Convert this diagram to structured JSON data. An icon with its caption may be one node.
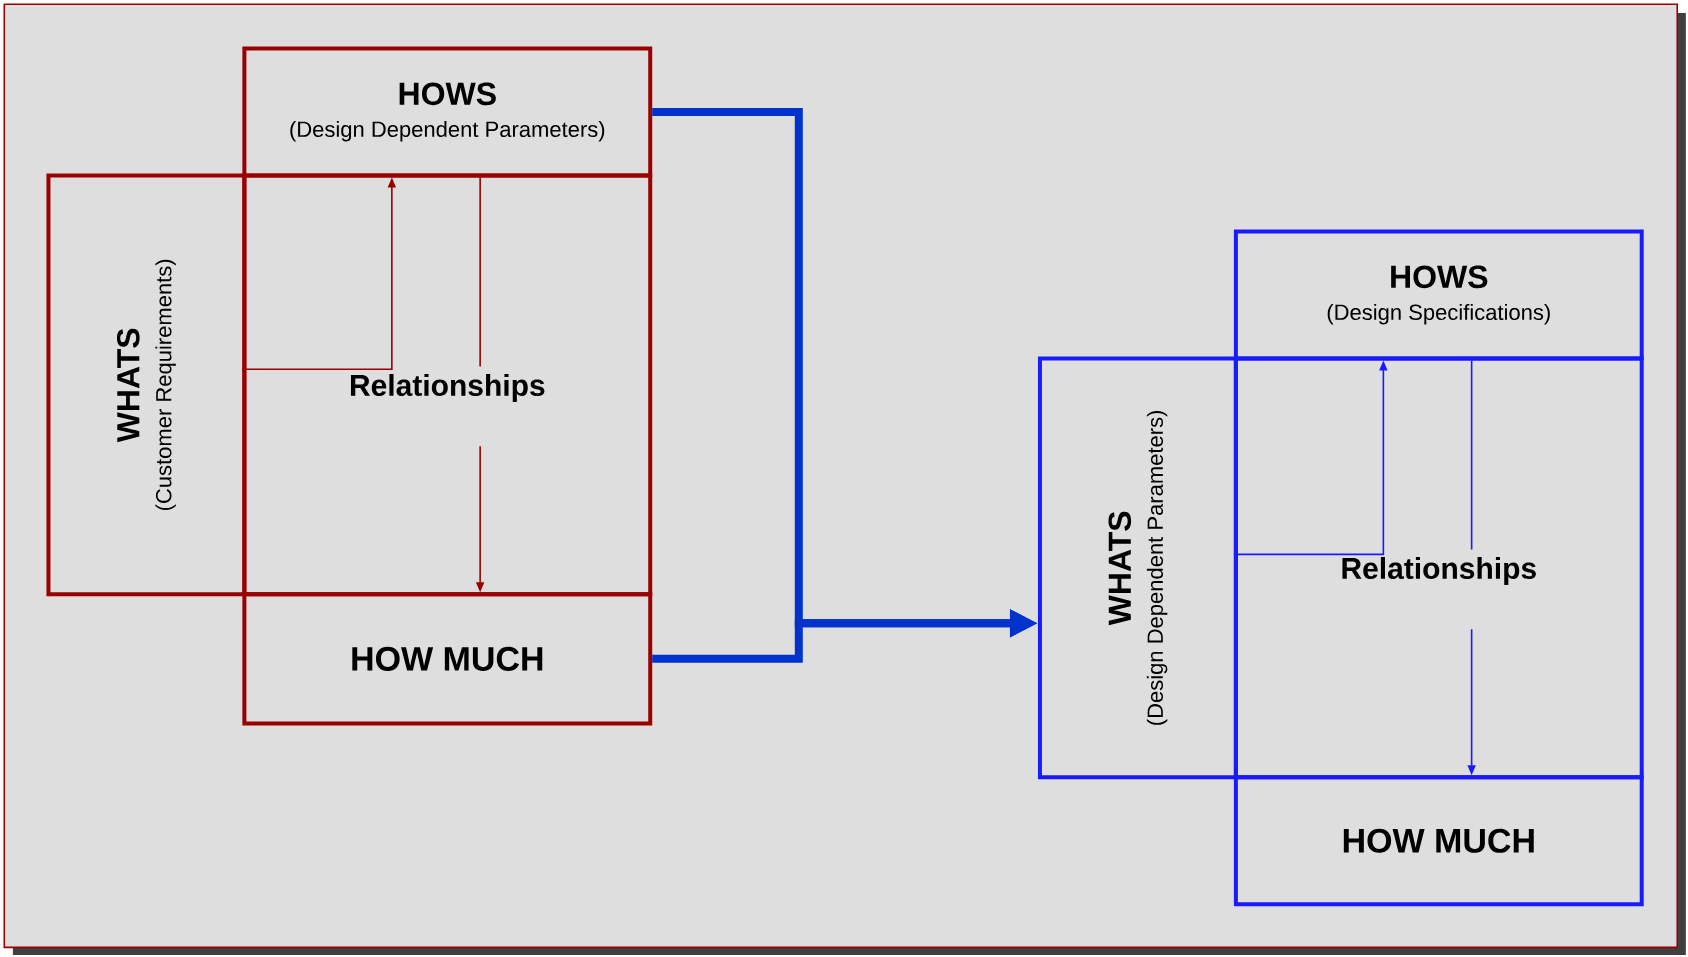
{
  "diagram": {
    "nodes": [
      {
        "text": [
          "HOWS",
          "(Design Dependent Parameters)"
        ]
      },
      {
        "text": [
          "WHATS",
          "(Customer Requirements)"
        ]
      },
      {
        "text": [
          "Relationships"
        ]
      },
      {
        "text": [
          "HOW MUCH"
        ]
      },
      {
        "text": [
          "HOWS",
          "(Design Specifications)"
        ]
      },
      {
        "text": [
          "WHATS",
          "(Design Dependent Parameters)"
        ]
      },
      {
        "text": [
          "Relationships"
        ]
      },
      {
        "text": [
          "HOW MUCH"
        ]
      }
    ],
    "edges": [
      {
        "from": 0,
        "to": 5,
        "arrow": "to",
        "style": "thick",
        "color": "#0033cc"
      },
      {
        "from": 3,
        "to": 5,
        "arrow": "to",
        "style": "thick",
        "color": "#0033cc"
      },
      {
        "from": 2,
        "to": 0,
        "arrow": "to",
        "color": "#990000"
      },
      {
        "from": 0,
        "to": 2,
        "arrow": "none",
        "color": "#990000"
      },
      {
        "from": 2,
        "to": 3,
        "arrow": "to",
        "color": "#990000"
      },
      {
        "from": 6,
        "to": 4,
        "arrow": "to",
        "color": "#1a1aff"
      },
      {
        "from": 4,
        "to": 6,
        "arrow": "none",
        "color": "#1a1aff"
      },
      {
        "from": 6,
        "to": 7,
        "arrow": "to",
        "color": "#1a1aff"
      }
    ]
  }
}
